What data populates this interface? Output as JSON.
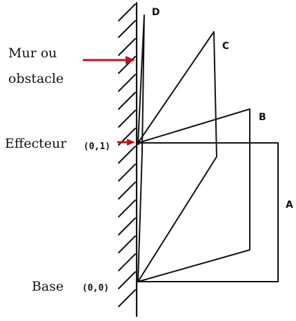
{
  "labels": {
    "wall_line1": "Mur ou",
    "wall_line2": "obstacle",
    "effector": "Effecteur",
    "base": "Base"
  },
  "coords": {
    "effector": "(0,1)",
    "base": "(0,0)"
  },
  "configurations": [
    "A",
    "B",
    "C",
    "D"
  ],
  "colors": {
    "arrow": "#c0141a",
    "ink": "#111111"
  }
}
